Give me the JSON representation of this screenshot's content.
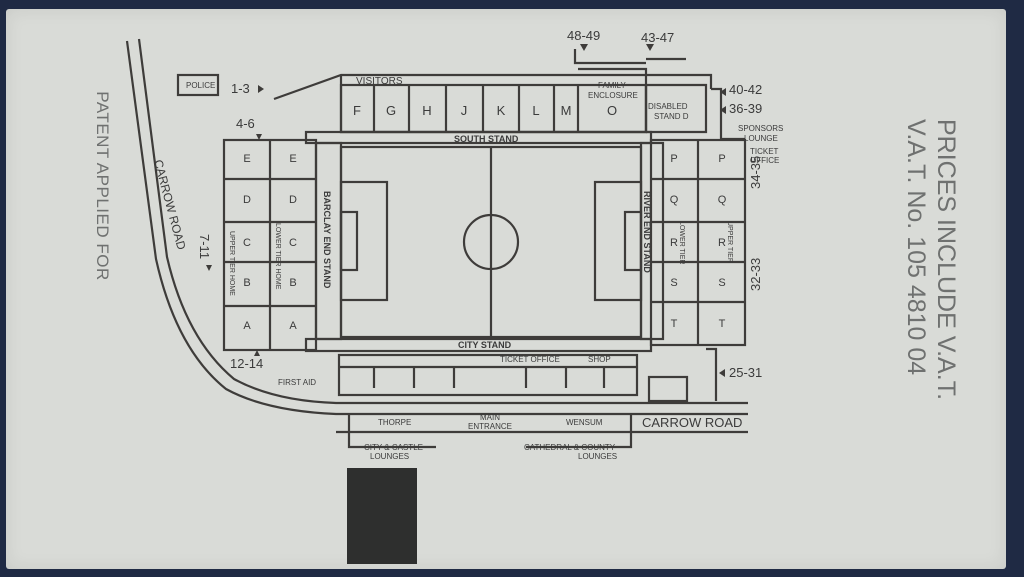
{
  "ticket": {
    "side_text": "PATENT APPLIED FOR",
    "vat_line1": "PRICES INCLUDE V.A.T.",
    "vat_line2": "V.A.T. No. 105 4810 04"
  },
  "map": {
    "stands": {
      "south": "SOUTH STAND",
      "city": "CITY STAND",
      "barclay": "BARCLAY END STAND",
      "river": "RIVER END STAND"
    },
    "roads": {
      "carrow_left": "CARROW ROAD",
      "carrow_bottom": "CARROW ROAD"
    },
    "places": {
      "police": "POLICE",
      "visitors": "VISITORS",
      "family": "FAMILY",
      "enclosure": "ENCLOSURE",
      "disabled": "DISABLED",
      "disabled_stand": "STAND D",
      "sponsors": "SPONSORS",
      "lounge": "LOUNGE",
      "ticket_office_1": "TICKET",
      "ticket_office_2": "OFFICE",
      "ticket_office_bottom": "TICKET OFFICE",
      "shop": "SHOP",
      "first_aid": "FIRST AID",
      "thorpe": "THORPE",
      "main": "MAIN",
      "entrance": "ENTRANCE",
      "wensum": "WENSUM",
      "city_castle_1": "CITY & CASTLE",
      "city_castle_2": "LOUNGES",
      "cathedral_1": "CATHEDRAL & COUNTY",
      "cathedral_2": "LOUNGES",
      "upper_tier_home": "UPPER TIER HOME",
      "lower_tier_home": "LOWER TIER HOME",
      "lower_tier": "LOWER TIER",
      "upper_tier": "UPPER TIER"
    },
    "gates": {
      "g48_49": "48-49",
      "g43_47": "43-47",
      "g40_42": "40-42",
      "g36_39": "36-39",
      "g1_3": "1-3",
      "g4_6": "4-6",
      "g7_11": "7-11",
      "g12_14": "12-14",
      "g34_35": "34-35",
      "g32_33": "32-33",
      "g25_31": "25-31"
    },
    "south_blocks": [
      "F",
      "G",
      "H",
      "J",
      "K",
      "L",
      "M",
      "O"
    ],
    "barclay_outer": [
      "E",
      "D",
      "C",
      "B",
      "A"
    ],
    "barclay_inner": [
      "E",
      "D",
      "C",
      "B",
      "A"
    ],
    "river_inner": [
      "P",
      "Q",
      "R",
      "S",
      "T"
    ],
    "river_outer": [
      "P",
      "Q",
      "R",
      "S",
      "T"
    ]
  }
}
